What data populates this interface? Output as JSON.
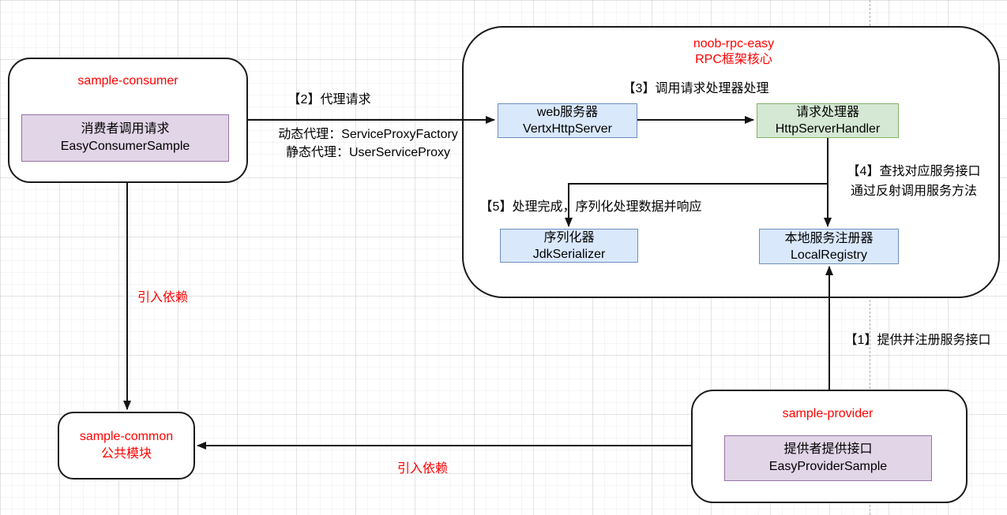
{
  "modules": {
    "consumer": {
      "title": "sample-consumer",
      "node": {
        "line1": "消费者调用请求",
        "line2": "EasyConsumerSample"
      }
    },
    "rpc_core": {
      "title_line1": "noob-rpc-easy",
      "title_line2": "RPC框架核心"
    },
    "provider": {
      "title": "sample-provider",
      "node": {
        "line1": "提供者提供接口",
        "line2": "EasyProviderSample"
      }
    },
    "common": {
      "line1": "sample-common",
      "line2": "公共模块"
    }
  },
  "components": {
    "web_server": {
      "line1": "web服务器",
      "line2": "VertxHttpServer"
    },
    "request_handler": {
      "line1": "请求处理器",
      "line2": "HttpServerHandler"
    },
    "serializer": {
      "line1": "序列化器",
      "line2": "JdkSerializer"
    },
    "local_registry": {
      "line1": "本地服务注册器",
      "line2": "LocalRegistry"
    }
  },
  "edge_labels": {
    "step1": "【1】提供并注册服务接口",
    "step2": "【2】代理请求",
    "step2_dynamic_proxy": "动态代理：ServiceProxyFactory",
    "step2_static_proxy": "静态代理：UserServiceProxy",
    "step3": "【3】调用请求处理器处理",
    "step4_line1": "【4】查找对应服务接口",
    "step4_line2": "通过反射调用服务方法",
    "step5": "【5】处理完成，序列化处理数据并响应",
    "dependency_consumer_common": "引入依赖",
    "dependency_provider_common": "引入依赖"
  },
  "colors": {
    "title_red": "#ff0000",
    "node_blue_fill": "#dae8fc",
    "node_blue_border": "#6c8ebf",
    "node_green_fill": "#d5e8d4",
    "node_green_border": "#82b366",
    "node_purple_fill": "#e1d5e7",
    "node_purple_border": "#9673a6",
    "edge_color": "#000000",
    "grid_line": "#e8e8e8"
  }
}
